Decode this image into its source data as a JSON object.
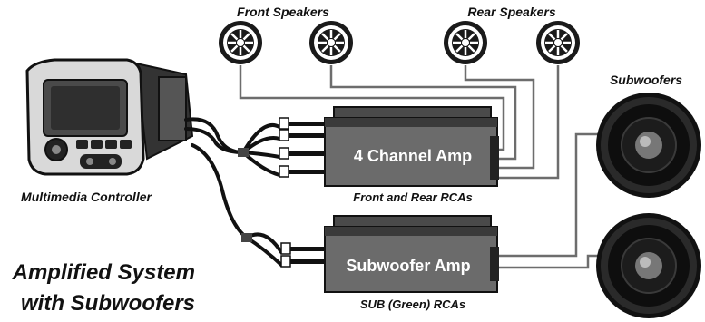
{
  "labels": {
    "front_speakers": "Front Speakers",
    "rear_speakers": "Rear Speakers",
    "subwoofers": "Subwoofers",
    "multimedia_controller": "Multimedia Controller",
    "front_rear_rcas": "Front and Rear RCAs",
    "sub_rcas": "SUB (Green) RCAs",
    "title_line1": "Amplified System",
    "title_line2": "with Subwoofers"
  },
  "amps": {
    "four_channel": "4 Channel Amp",
    "subwoofer": "Subwoofer Amp"
  },
  "colors": {
    "amp_body": "#6b6b6b",
    "amp_top": "#3a3a3a",
    "wire": "#6d6d6d",
    "cable": "#111111",
    "speaker_ring": "#1a1a1a"
  }
}
